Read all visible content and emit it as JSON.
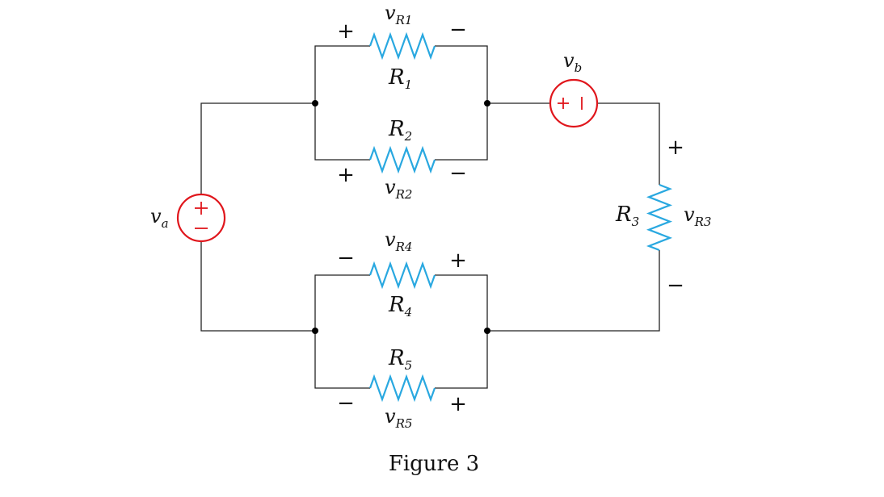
{
  "colors": {
    "wire": "#222222",
    "resistor": "#29a8e0",
    "source": "#e0161c",
    "node": "#000000",
    "text": "#111111"
  },
  "components": {
    "R1": {
      "name_base": "R",
      "name_sub": "1",
      "volt_base": "v",
      "volt_sub": "R1",
      "left_pol": "+",
      "right_pol": "−"
    },
    "R2": {
      "name_base": "R",
      "name_sub": "2",
      "volt_base": "v",
      "volt_sub": "R2",
      "left_pol": "+",
      "right_pol": "−"
    },
    "R3": {
      "name_base": "R",
      "name_sub": "3",
      "volt_base": "v",
      "volt_sub": "R3",
      "top_pol": "+",
      "bottom_pol": "−"
    },
    "R4": {
      "name_base": "R",
      "name_sub": "4",
      "volt_base": "v",
      "volt_sub": "R4",
      "left_pol": "−",
      "right_pol": "+"
    },
    "R5": {
      "name_base": "R",
      "name_sub": "5",
      "volt_base": "v",
      "volt_sub": "R5",
      "left_pol": "−",
      "right_pol": "+"
    },
    "va": {
      "name_base": "v",
      "name_sub": "a",
      "plus": "+",
      "minus": "−"
    },
    "vb": {
      "name_base": "v",
      "name_sub": "b",
      "plus": "+"
    }
  },
  "caption": "Figure 3"
}
